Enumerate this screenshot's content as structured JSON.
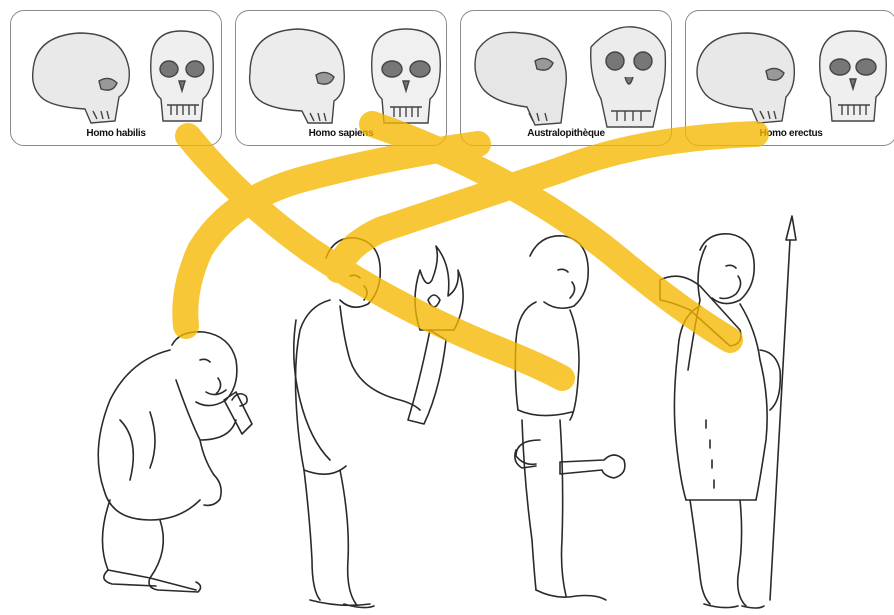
{
  "skull_cards": [
    {
      "name": "Homo habilis"
    },
    {
      "name": "Homo sapiens"
    },
    {
      "name": "Australopithèque"
    },
    {
      "name": "Homo erectus"
    }
  ],
  "colors": {
    "highlighter": "#f5b800",
    "line_art": "#2a2a2a",
    "card_border": "#8a8a8a"
  }
}
